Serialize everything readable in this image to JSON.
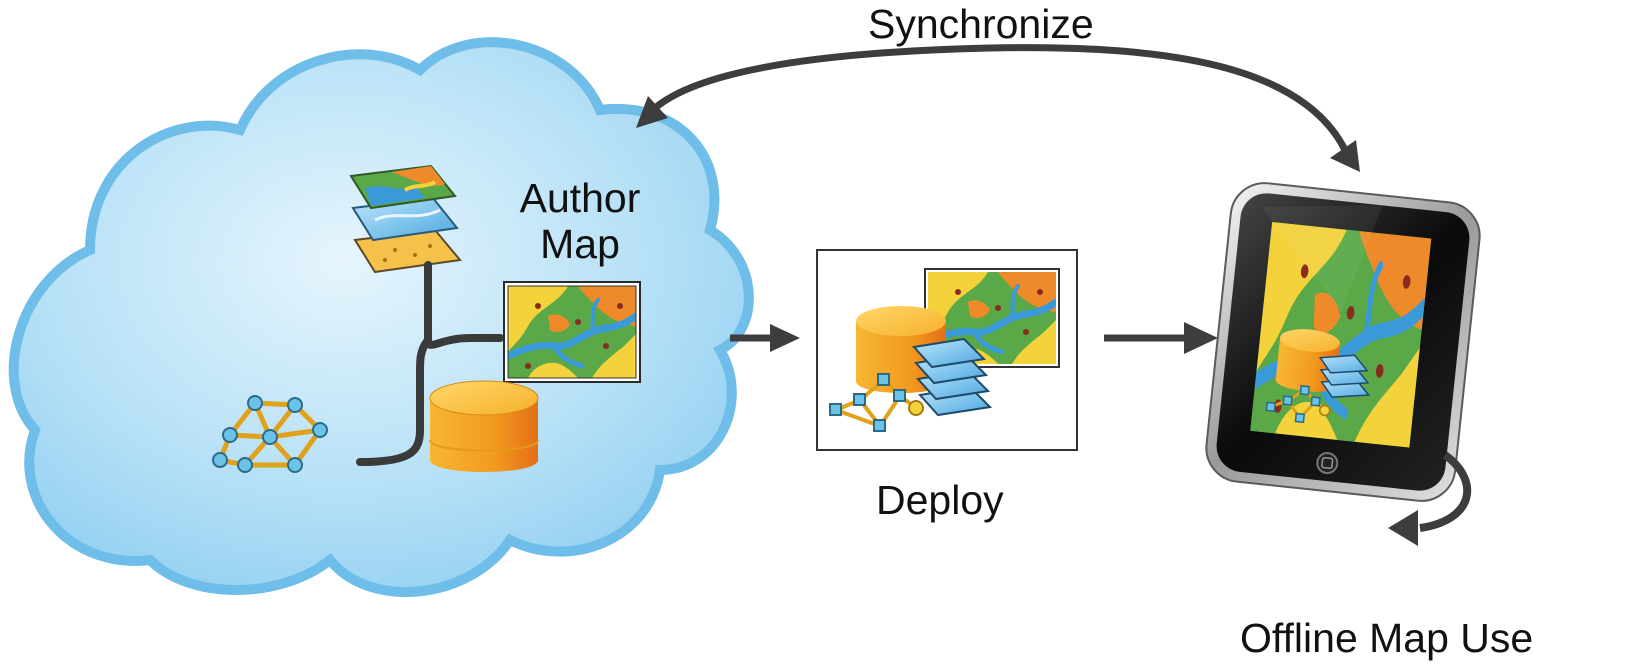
{
  "labels": {
    "synchronize": "Synchronize",
    "author_line1": "Author",
    "author_line2": "Map",
    "deploy": "Deploy",
    "offline": "Offline Map Use"
  },
  "colors": {
    "cloud_fill": "#a9daf4",
    "cloud_edge": "#6fbde9",
    "arrow": "#3d3d3d",
    "db_orange": "#f5a623",
    "map_green": "#5aa847",
    "map_yellow": "#f4d23c",
    "map_orange": "#ef8a2a",
    "map_blue": "#3a9ad9",
    "network_node": "#6cc3e8"
  },
  "icons": [
    "cloud-icon",
    "layers-icon",
    "network-icon",
    "map-icon",
    "database-icon",
    "tablet-icon",
    "deploy-package-icon"
  ]
}
